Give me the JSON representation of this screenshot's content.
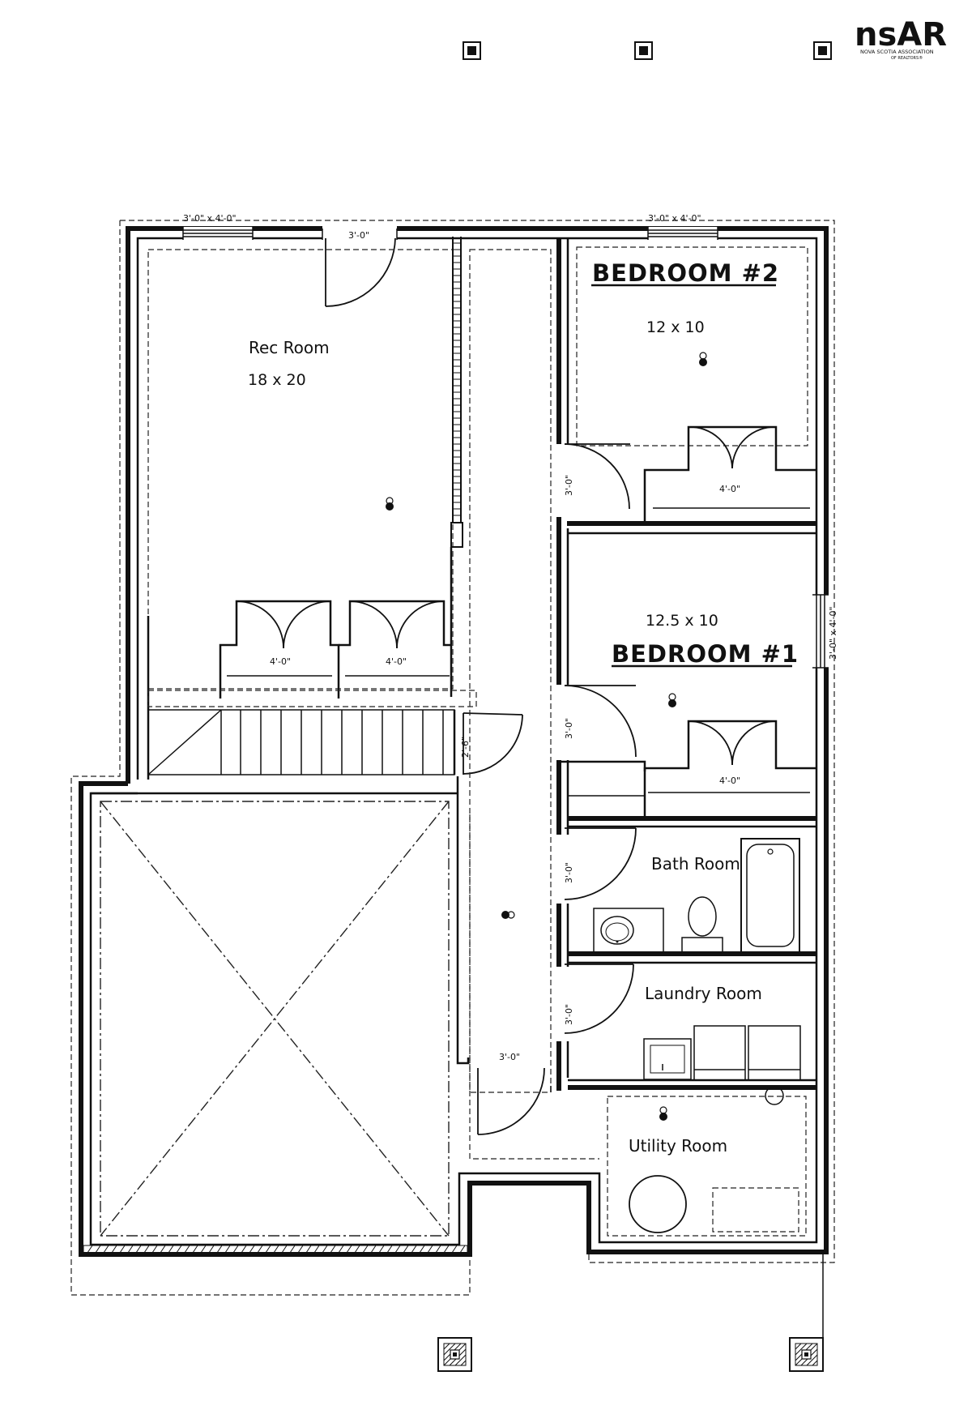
{
  "logo": {
    "mark": "nsAR",
    "subtitle_line1": "NOVA SCOTIA ASSOCIATION",
    "subtitle_line2": "OF REALTORS®"
  },
  "rooms": {
    "rec_room": {
      "name": "Rec Room",
      "size": "18 x 20"
    },
    "bedroom2": {
      "name": "BEDROOM #2",
      "size": "12 x 10"
    },
    "bedroom1": {
      "name": "BEDROOM #1",
      "size": "12.5  x 10"
    },
    "bath": {
      "name": "Bath Room"
    },
    "laundry": {
      "name": "Laundry Room"
    },
    "utility": {
      "name": "Utility Room"
    }
  },
  "dimensions": {
    "window_top_left": "3'-0\" x 4'-0\"",
    "window_top_right": "3'-0\" x 4'-0\"",
    "window_right": "3'-0\" x 4'-0\"",
    "door_rec_top": "3'-0\"",
    "closet_bed2": "4'-0\"",
    "closet_bed1": "4'-0\"",
    "closet_rec_left": "4'-0\"",
    "closet_rec_right": "4'-0\"",
    "door_bed2": "3'-0\"",
    "door_bed1": "3'-0\"",
    "door_bath": "3'-0\"",
    "door_laundry": "3'-0\"",
    "door_utility": "3'-0\"",
    "door_stair": "2'-6\""
  },
  "icons": [
    "frame-icon",
    "ceiling-light-icon",
    "column-footing-icon",
    "bathtub-icon",
    "toilet-icon",
    "sink-icon",
    "washer-icon",
    "dryer-icon",
    "water-heater-icon",
    "stair-icon"
  ]
}
